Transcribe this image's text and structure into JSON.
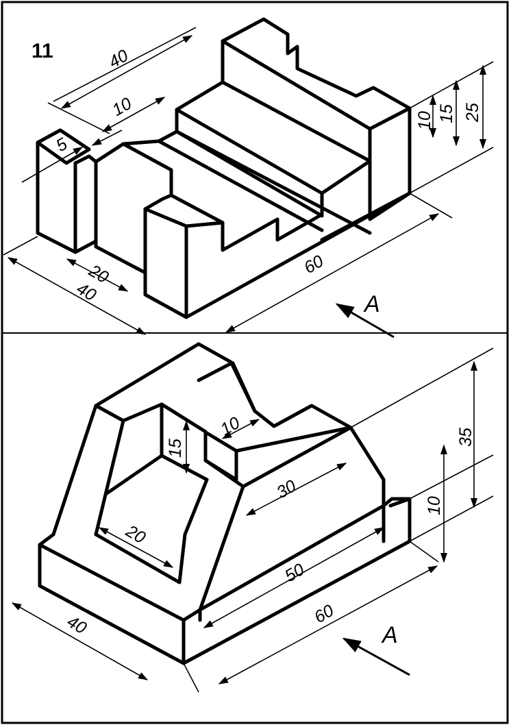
{
  "exercise_number": "11",
  "top_part": {
    "view_label": "A",
    "dimensions": {
      "top_length": "40",
      "slot_width": "10",
      "step_width": "5",
      "height_10": "10",
      "height_15": "15",
      "height_25": "25",
      "inner_width": "20",
      "width": "40",
      "length": "60"
    }
  },
  "bottom_part": {
    "view_label": "A",
    "dimensions": {
      "slot_width": "10",
      "cavity_depth": "15",
      "top_width": "30",
      "cavity_width": "20",
      "height_total": "35",
      "base_height": "10",
      "mid_length": "50",
      "length": "60",
      "width": "40"
    }
  }
}
